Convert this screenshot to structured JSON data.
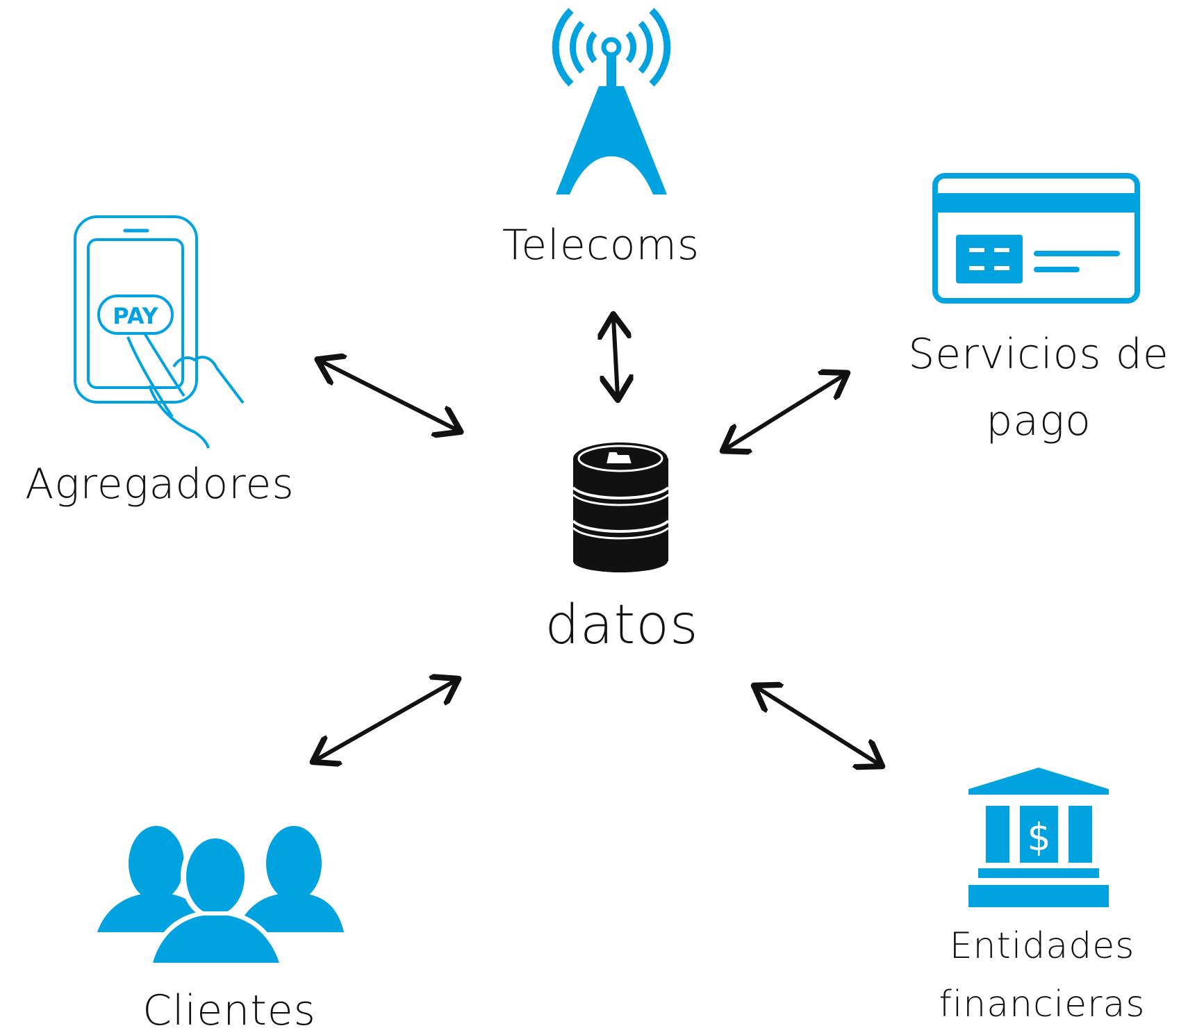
{
  "center": {
    "label": "datos",
    "icon": "database-icon"
  },
  "nodes": {
    "telecoms": {
      "label": "Telecoms",
      "icon": "antenna-tower-icon"
    },
    "agregadores": {
      "label": "Agregadores",
      "icon": "pay-phone-icon"
    },
    "servicios": {
      "label_line1": "Servicios de",
      "label_line2": "pago",
      "icon": "credit-card-icon"
    },
    "clientes": {
      "label": "Clientes",
      "icon": "people-group-icon"
    },
    "entidades": {
      "label_line1": "Entidades",
      "label_line2": "financieras",
      "icon": "bank-icon"
    }
  },
  "pay_button_text": "PAY",
  "currency_symbol": "$",
  "colors": {
    "accent": "#00a3e0",
    "arrows": "#111111",
    "text": "#111111"
  }
}
